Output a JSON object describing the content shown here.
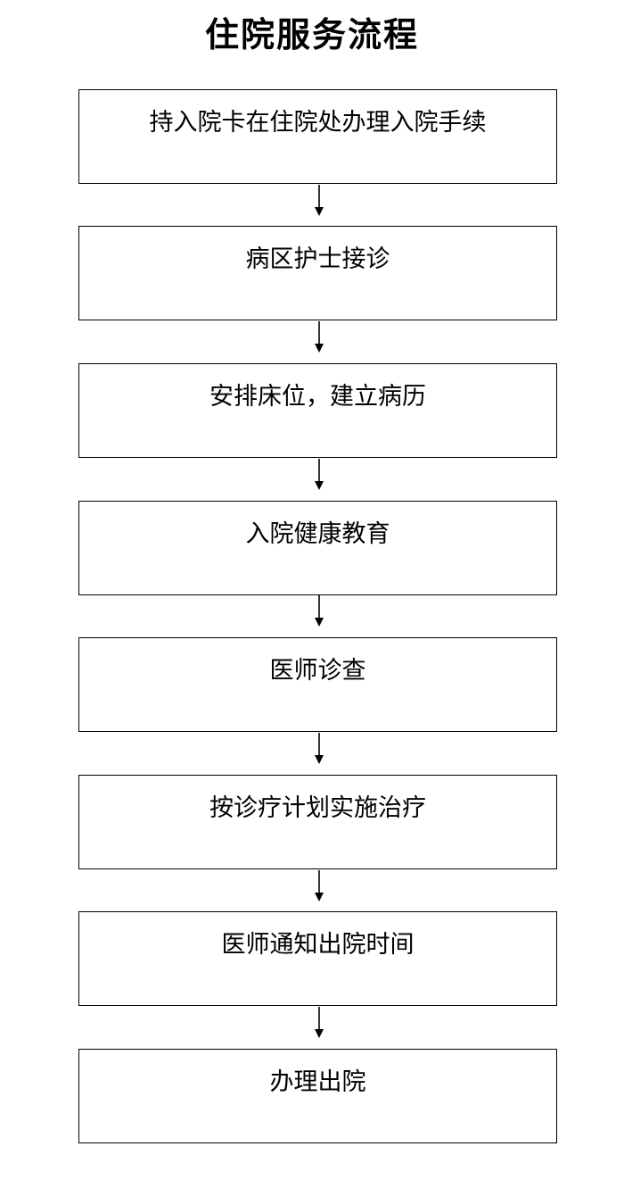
{
  "title": "住院服务流程",
  "steps": [
    {
      "label": "持入院卡在住院处办理入院手续"
    },
    {
      "label": "病区护士接诊"
    },
    {
      "label": "安排床位，建立病历"
    },
    {
      "label": "入院健康教育"
    },
    {
      "label": "医师诊查"
    },
    {
      "label": "按诊疗计划实施治疗"
    },
    {
      "label": "医师通知出院时间"
    },
    {
      "label": "办理出院"
    }
  ],
  "colors": {
    "stroke": "#000000",
    "background": "#ffffff"
  }
}
